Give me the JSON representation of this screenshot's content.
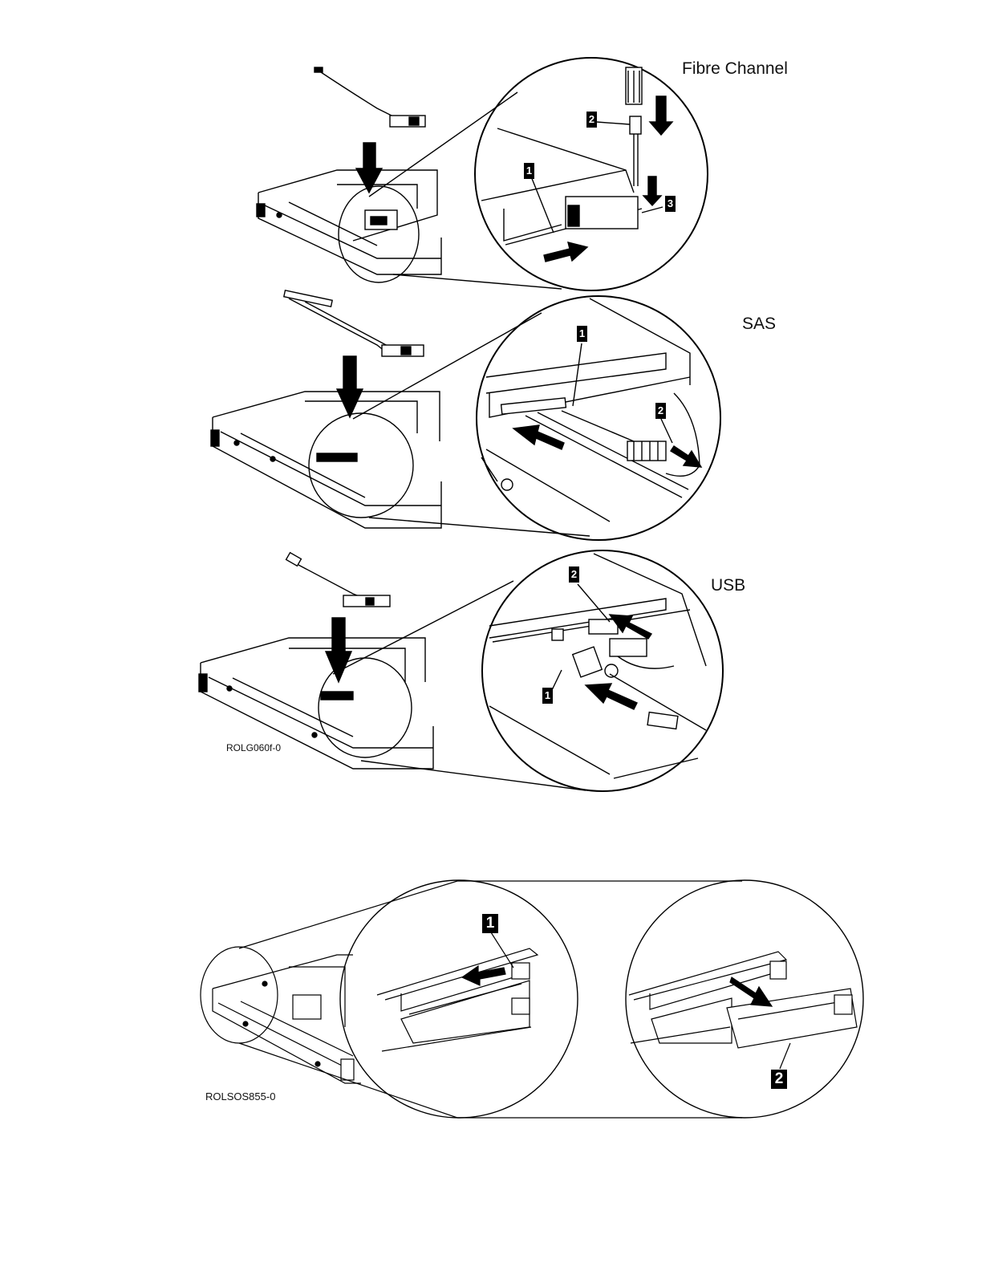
{
  "figure1": {
    "id": "ROLG060f-0",
    "panels": [
      {
        "label": "Fibre Channel",
        "callouts": [
          "1",
          "2",
          "3"
        ]
      },
      {
        "label": "SAS",
        "callouts": [
          "1",
          "2"
        ]
      },
      {
        "label": "USB",
        "callouts": [
          "2",
          "1"
        ]
      }
    ]
  },
  "figure2": {
    "id": "ROLSOS855-0",
    "callouts": [
      "1",
      "2"
    ]
  }
}
